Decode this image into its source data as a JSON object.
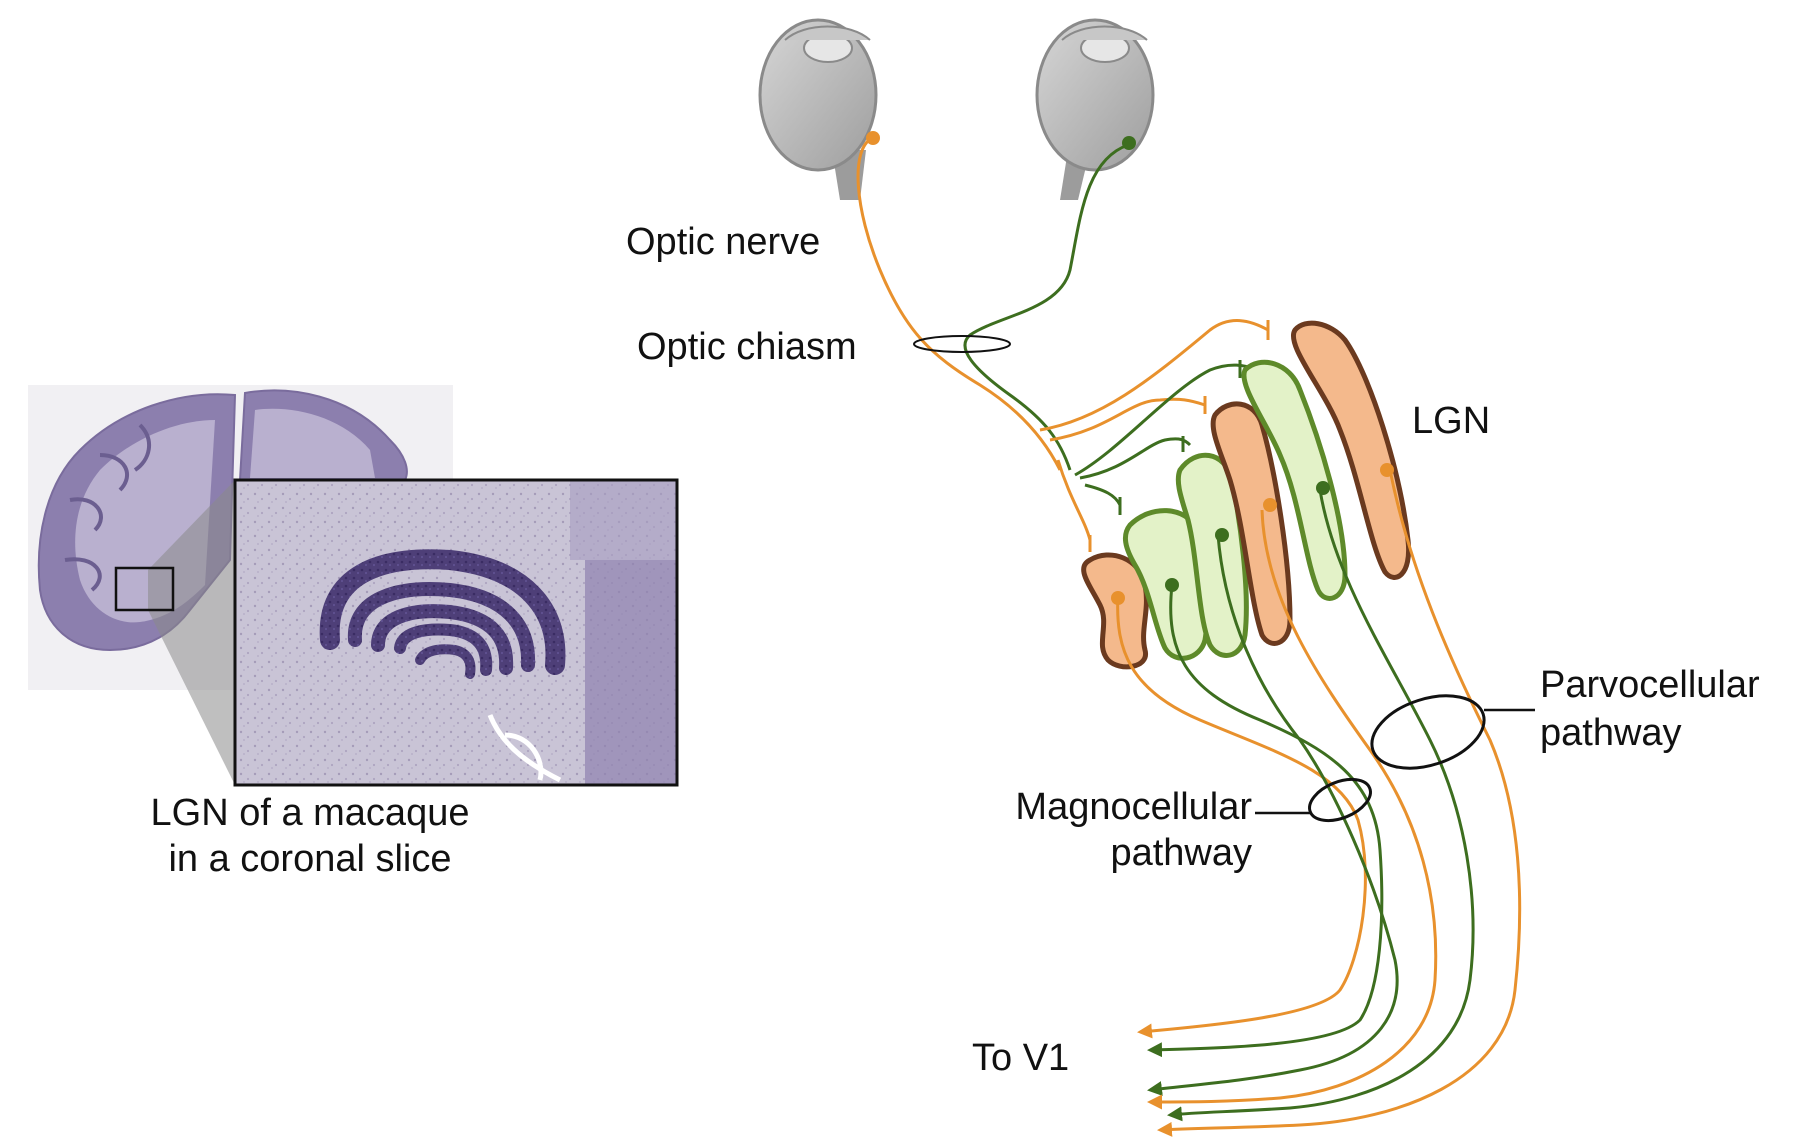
{
  "labels": {
    "optic_nerve": "Optic nerve",
    "optic_chiasm": "Optic chiasm",
    "lgn": "LGN",
    "parvocellular_line1": "Parvocellular",
    "parvocellular_line2": "pathway",
    "magnocellular_line1": "Magnocellular",
    "magnocellular_line2": "pathway",
    "to_v1": "To V1",
    "slice_caption_line1": "LGN of a macaque",
    "slice_caption_line2": "in a coronal slice"
  },
  "colors": {
    "contralateral_orange": "#E8912D",
    "ipsilateral_green": "#3D6E1F",
    "magno_parvo_orange_fill": "#F4B98C",
    "orange_layer_outline": "#6B3A1F",
    "green_layer_fill": "#E3F2C8",
    "green_layer_outline": "#5E8A2A",
    "eye_gray": "#B8B8B8",
    "nissl_purple": "#6A5A8E",
    "text": "#111111"
  },
  "lgn_layers": [
    {
      "id": 1,
      "type": "magnocellular",
      "eye": "contralateral"
    },
    {
      "id": 2,
      "type": "magnocellular",
      "eye": "ipsilateral"
    },
    {
      "id": 3,
      "type": "parvocellular",
      "eye": "ipsilateral"
    },
    {
      "id": 4,
      "type": "parvocellular",
      "eye": "contralateral"
    },
    {
      "id": 5,
      "type": "parvocellular",
      "eye": "ipsilateral"
    },
    {
      "id": 6,
      "type": "parvocellular",
      "eye": "contralateral"
    }
  ]
}
